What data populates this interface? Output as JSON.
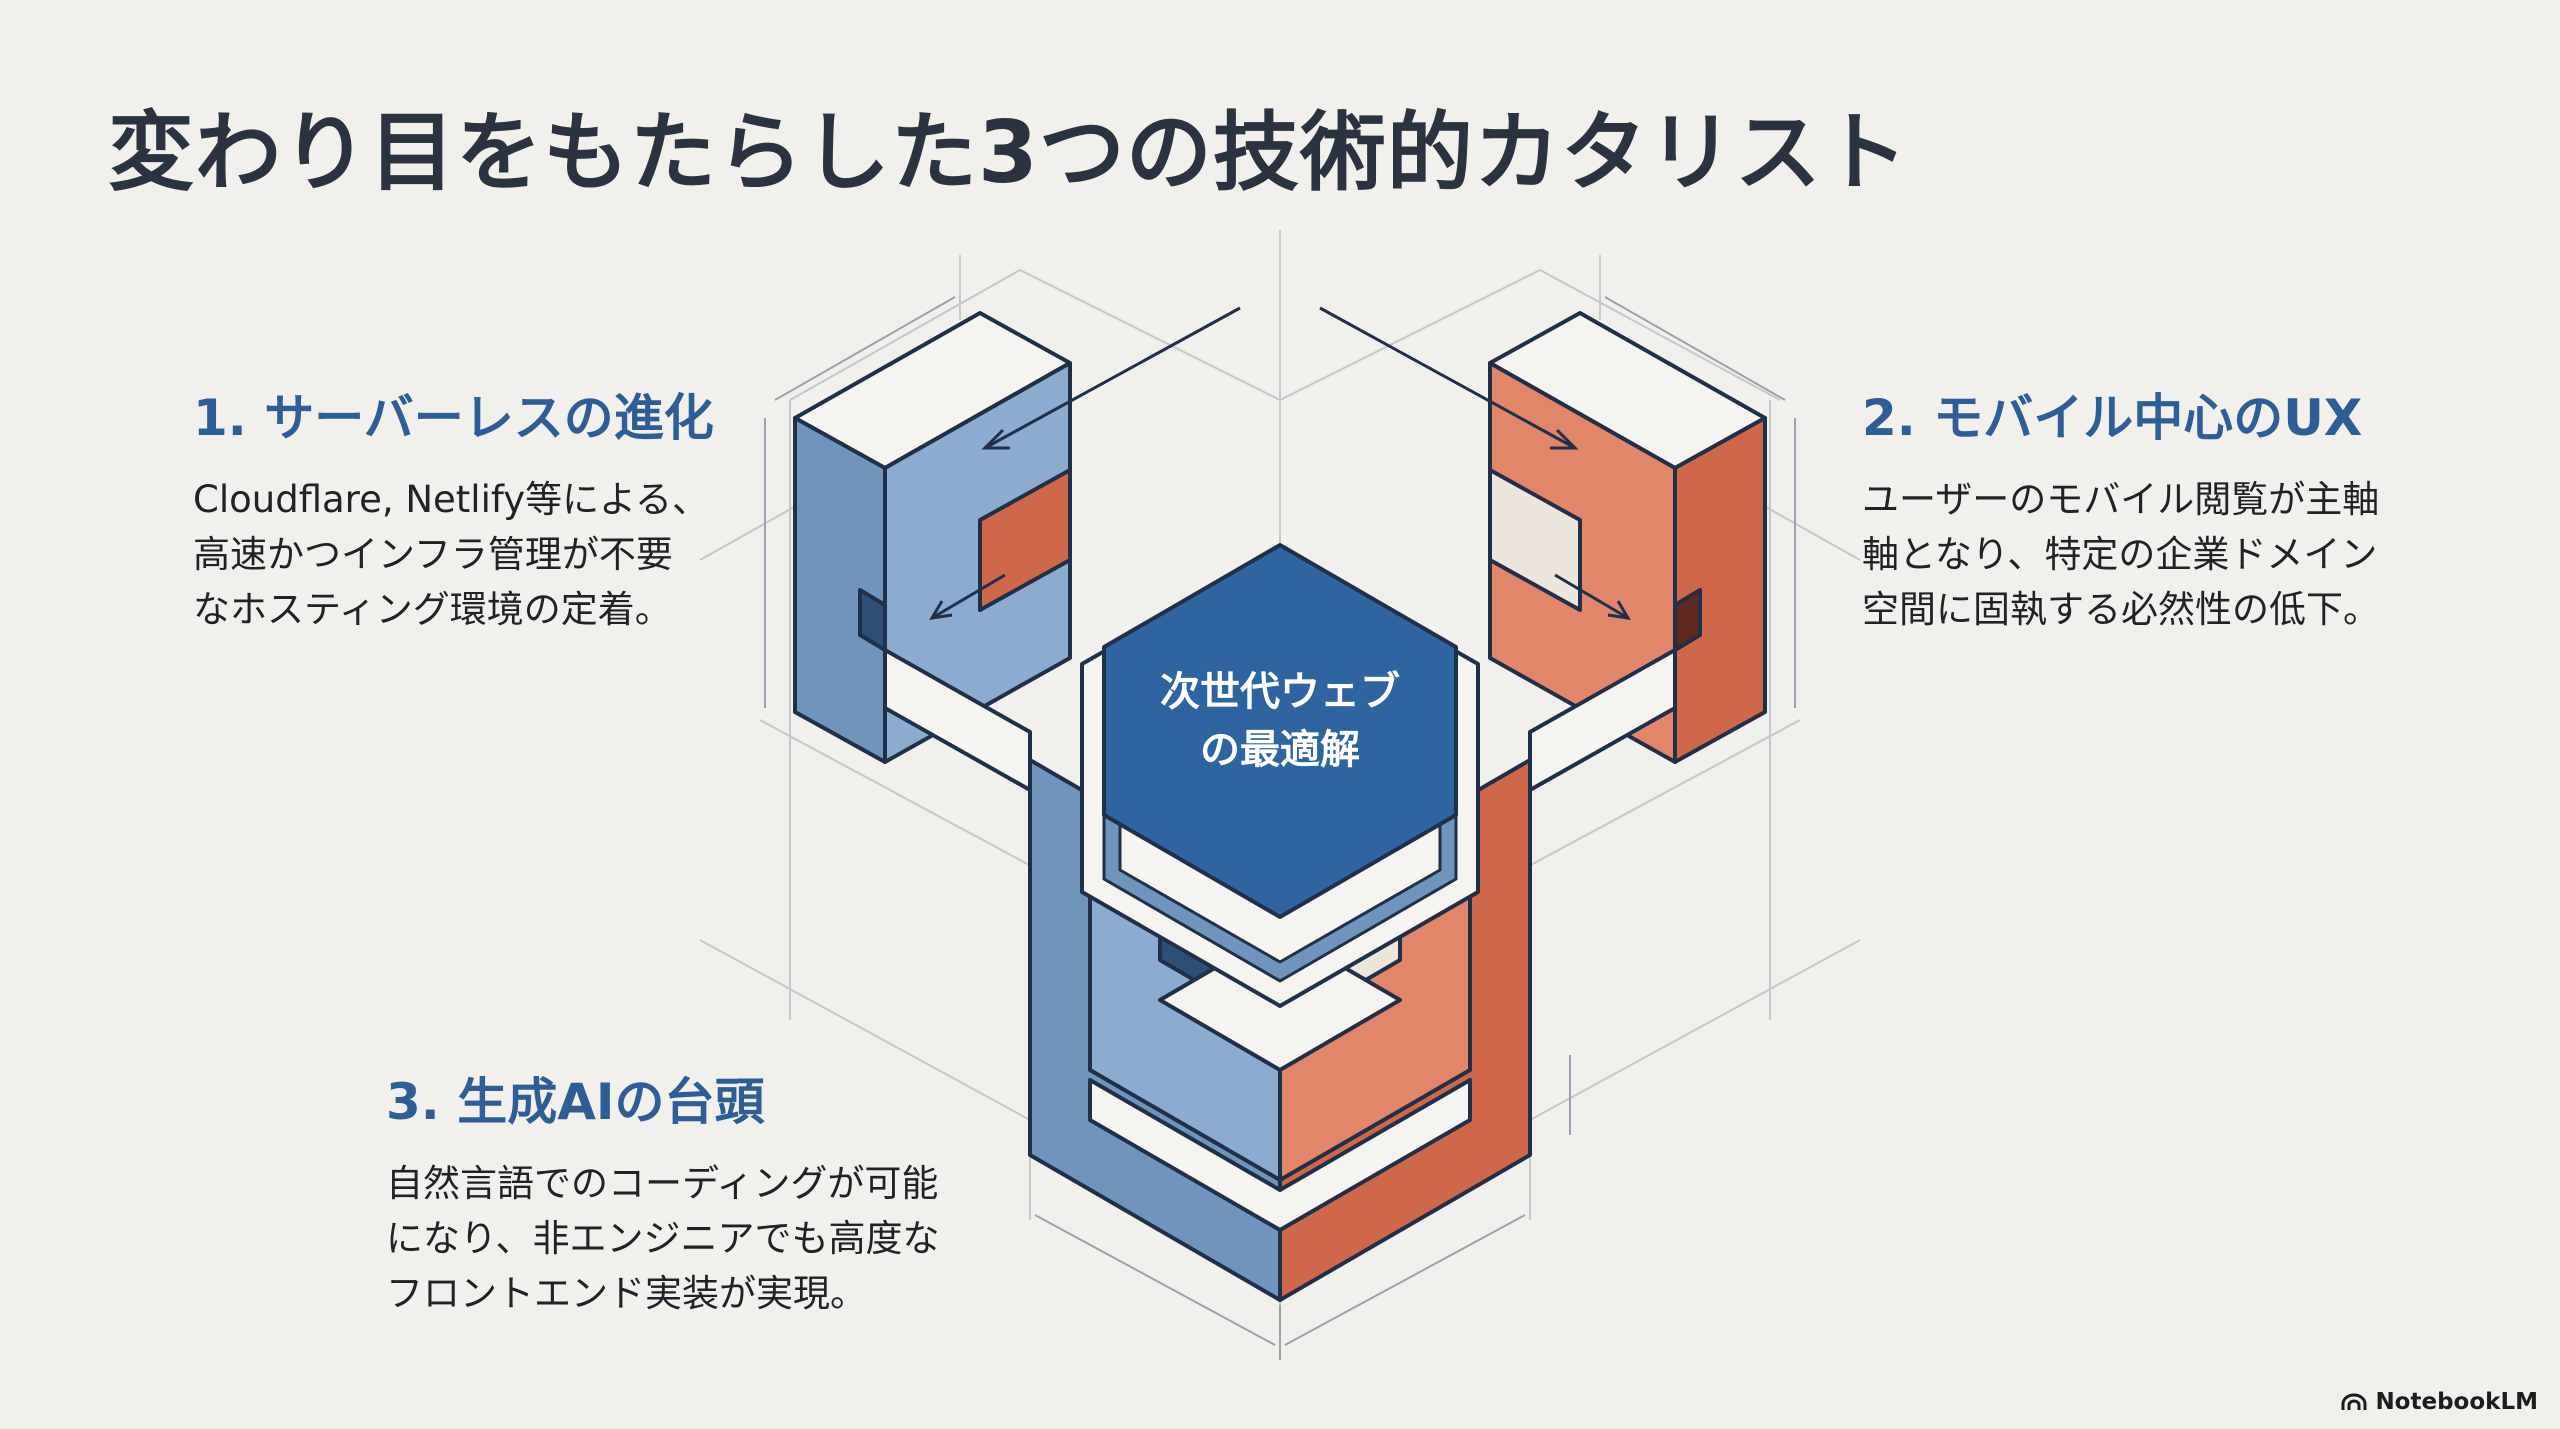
{
  "title": "変わり目をもたらした3つの技術的カタリスト",
  "hub": {
    "line1": "次世代ウェブ",
    "line2": "の最適解"
  },
  "catalysts": [
    {
      "heading": "1. サーバーレスの進化",
      "lines": [
        "Cloudflare, Netlify等による、",
        "高速かつインフラ管理が不要",
        "なホスティング環境の定着。"
      ]
    },
    {
      "heading": "2. モバイル中心のUX",
      "lines": [
        "ユーザーのモバイル閲覧が主軸",
        "軸となり、特定の企業ドメイン",
        "空間に固執する必然性の低下。"
      ]
    },
    {
      "heading": "3. 生成AIの台頭",
      "lines": [
        "自然言語でのコーディングが可能",
        "になり、非エンジニアでも高度な",
        "フロントエンド実装が実現。"
      ]
    }
  ],
  "badge": {
    "icon": "notebooklm-icon",
    "label": "NotebookLM"
  },
  "colors": {
    "blue": "#6f95bd",
    "orange": "#cf6848",
    "hub": "#2e64a0",
    "heading": "#2f5d95"
  }
}
